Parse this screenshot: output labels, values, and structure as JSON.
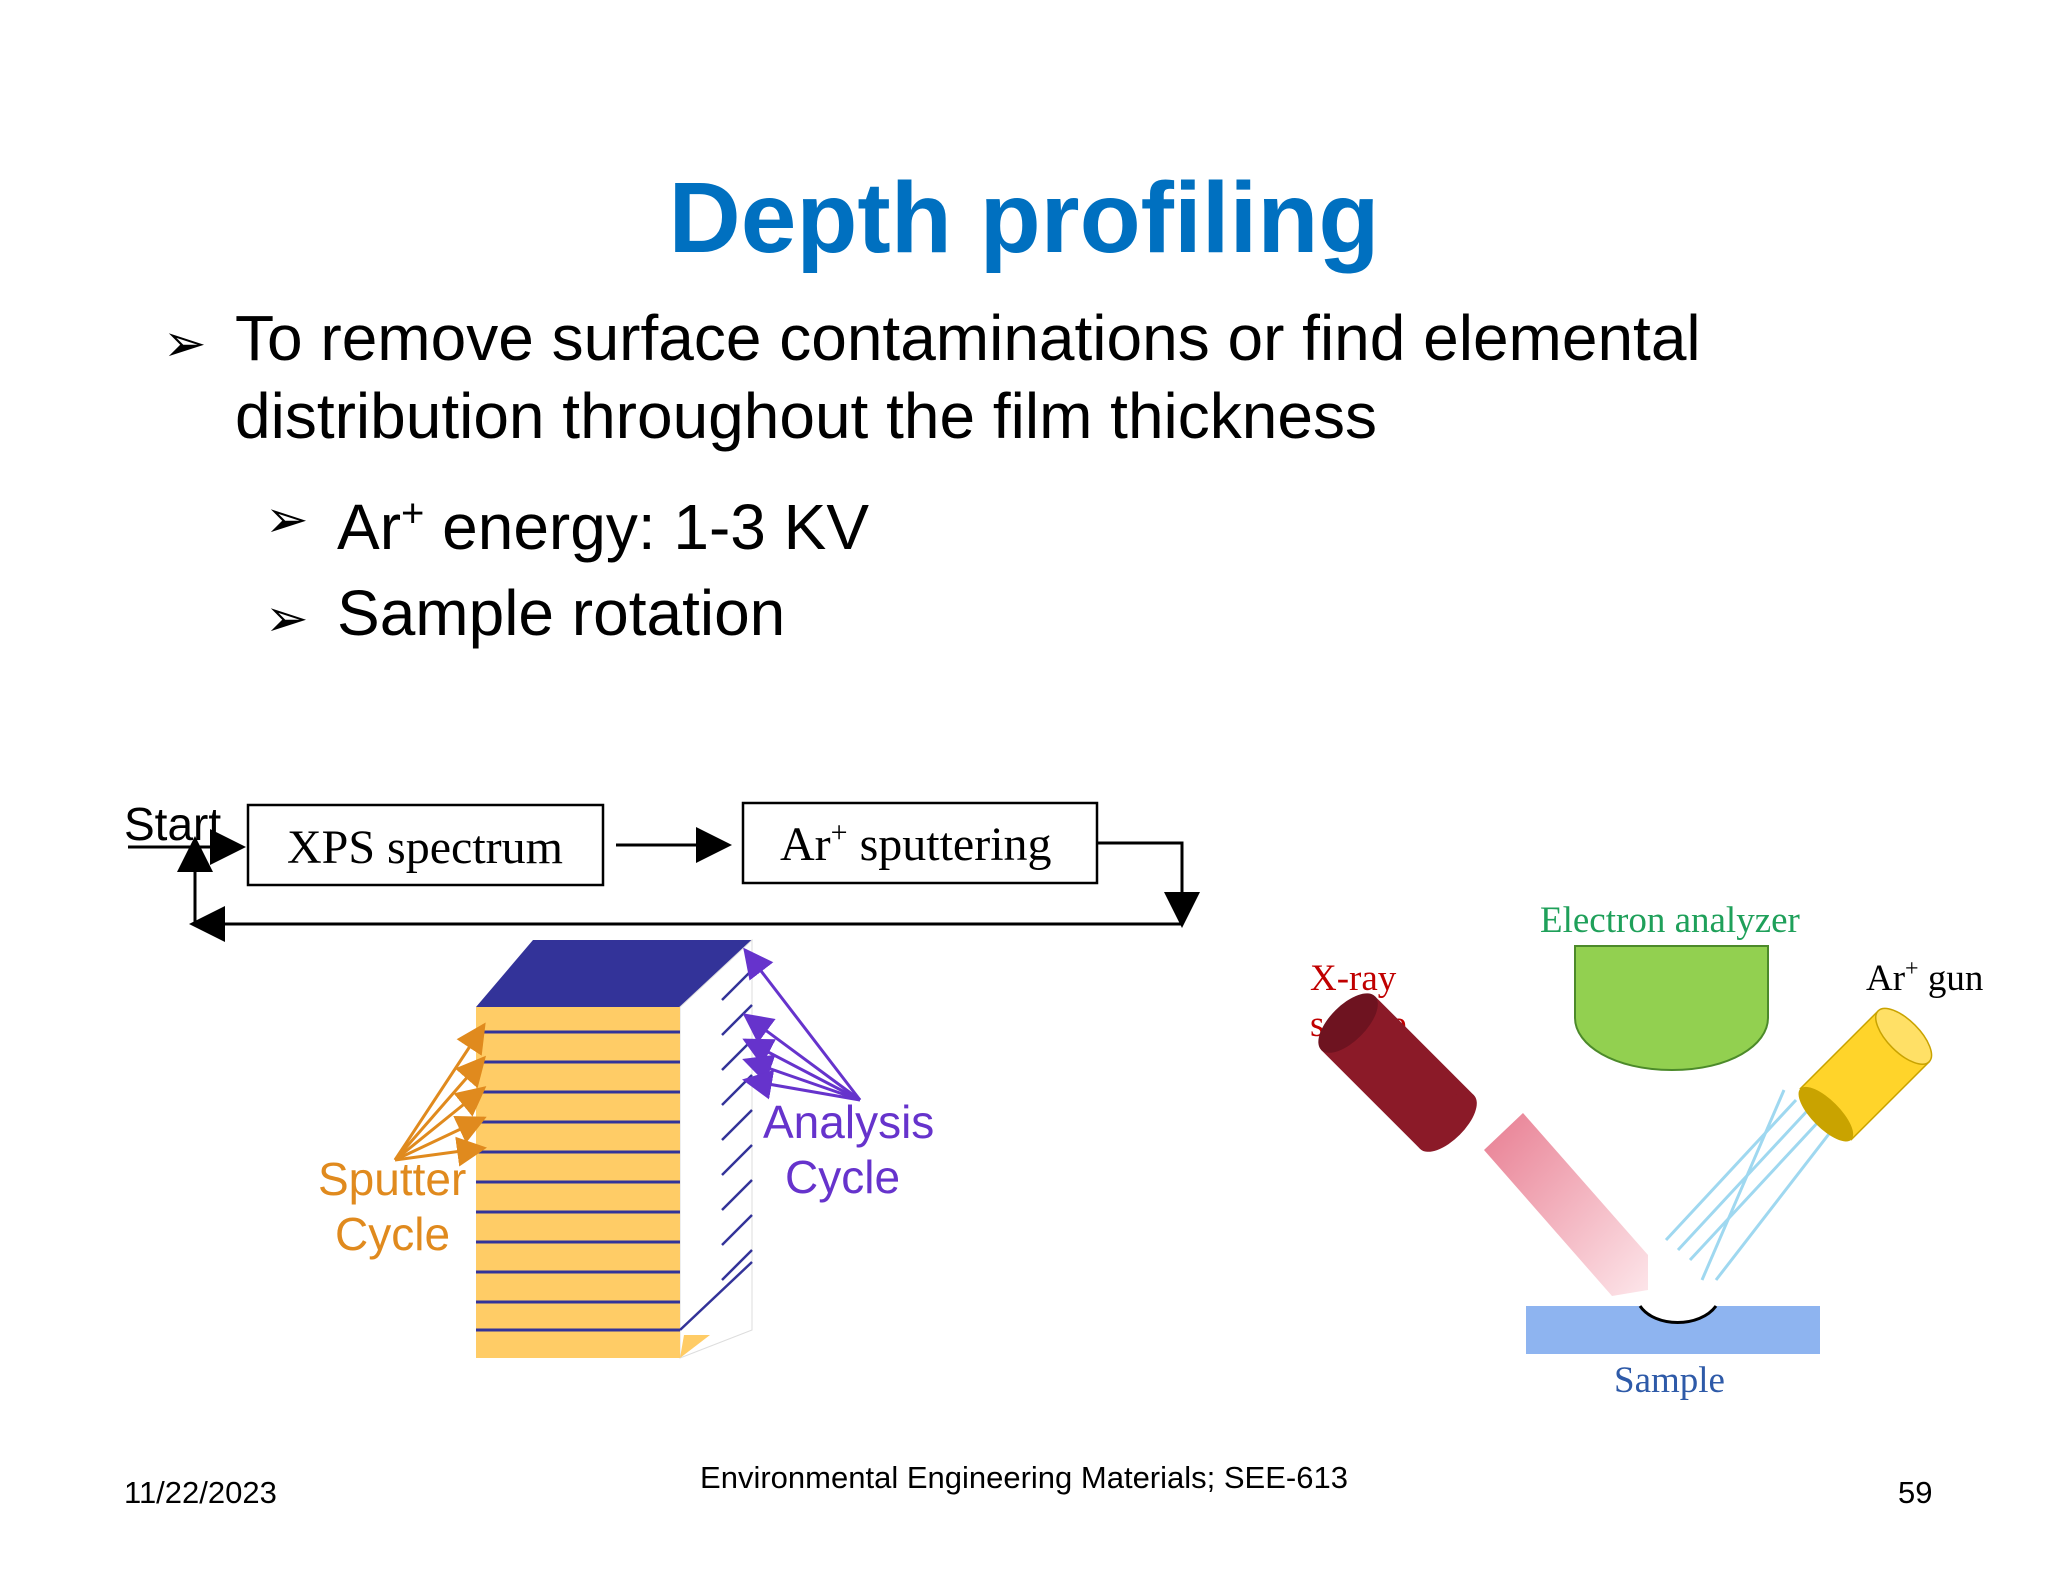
{
  "slide": {
    "title": "Depth profiling",
    "bullets": [
      {
        "text": "To remove surface contaminations or find elemental distribution throughout the film thickness",
        "level": 1
      },
      {
        "prefix": "Ar",
        "superscript": "+",
        "text": " energy: 1-3 KV",
        "level": 2
      },
      {
        "text": "Sample rotation",
        "level": 2
      }
    ],
    "bullet_glyph": "➢"
  },
  "flow_diagram": {
    "start_label": "Start",
    "box1_label": "XPS spectrum",
    "box2_prefix": "Ar",
    "box2_superscript": "+",
    "box2_suffix": " sputtering",
    "sputter_label_line1": "Sputter",
    "sputter_label_line2": "Cycle",
    "analysis_label_line1": "Analysis",
    "analysis_label_line2": "Cycle",
    "colors": {
      "layer": "#FFCC66",
      "top": "#333399",
      "sputter": "#E08A1E",
      "analysis": "#6633CC"
    }
  },
  "instrument_diagram": {
    "analyzer_label": "Electron analyzer",
    "xray_label_line1": "X-ray",
    "xray_label_line2": "source",
    "gun_prefix": "Ar",
    "gun_superscript": "+",
    "gun_suffix": " gun",
    "sample_label": "Sample",
    "colors": {
      "analyzer": "#92D050",
      "xray": "#8B1A28",
      "gun": "#FFD42A",
      "sample": "#8EB4F0",
      "analyzer_text": "#1FA05A",
      "xray_text": "#C00000",
      "sample_text": "#2E5AA8"
    }
  },
  "footer": {
    "date": "11/22/2023",
    "center": "Environmental Engineering Materials; SEE-613",
    "page": "59"
  }
}
